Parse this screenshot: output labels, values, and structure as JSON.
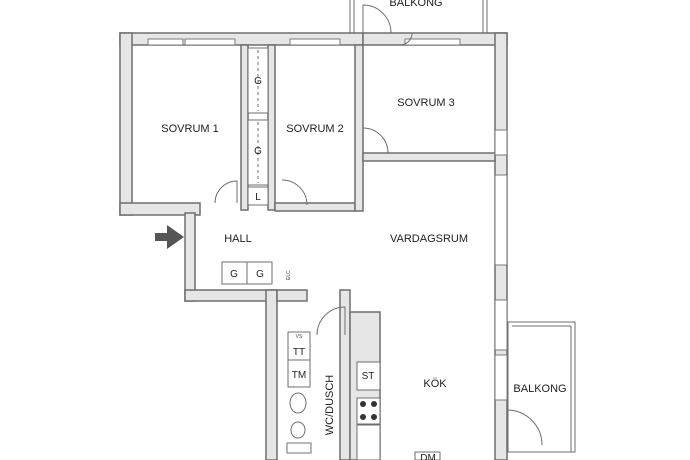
{
  "rooms": {
    "sovrum1": "SOVRUM 1",
    "sovrum2": "SOVRUM 2",
    "sovrum3": "SOVRUM 3",
    "hall": "HALL",
    "vardagsrum": "VARDAGSRUM",
    "wc_dusch": "WC/DUSCH",
    "kok": "KÖK",
    "balkong_top": "BALKONG",
    "balkong_right": "BALKONG"
  },
  "fixtures": {
    "wardrobe_1": "G",
    "wardrobe_2": "G",
    "linen": "L",
    "hall_wardrobe_1": "G",
    "hall_wardrobe_2": "G",
    "electric": "ELC",
    "tt": "TT",
    "tm": "TM",
    "vs": "VS",
    "st": "ST",
    "dm": "DM"
  },
  "colors": {
    "wall_fill": "#e6e6e6",
    "wall_stroke": "#6f6f6f",
    "arrow": "#555555"
  }
}
